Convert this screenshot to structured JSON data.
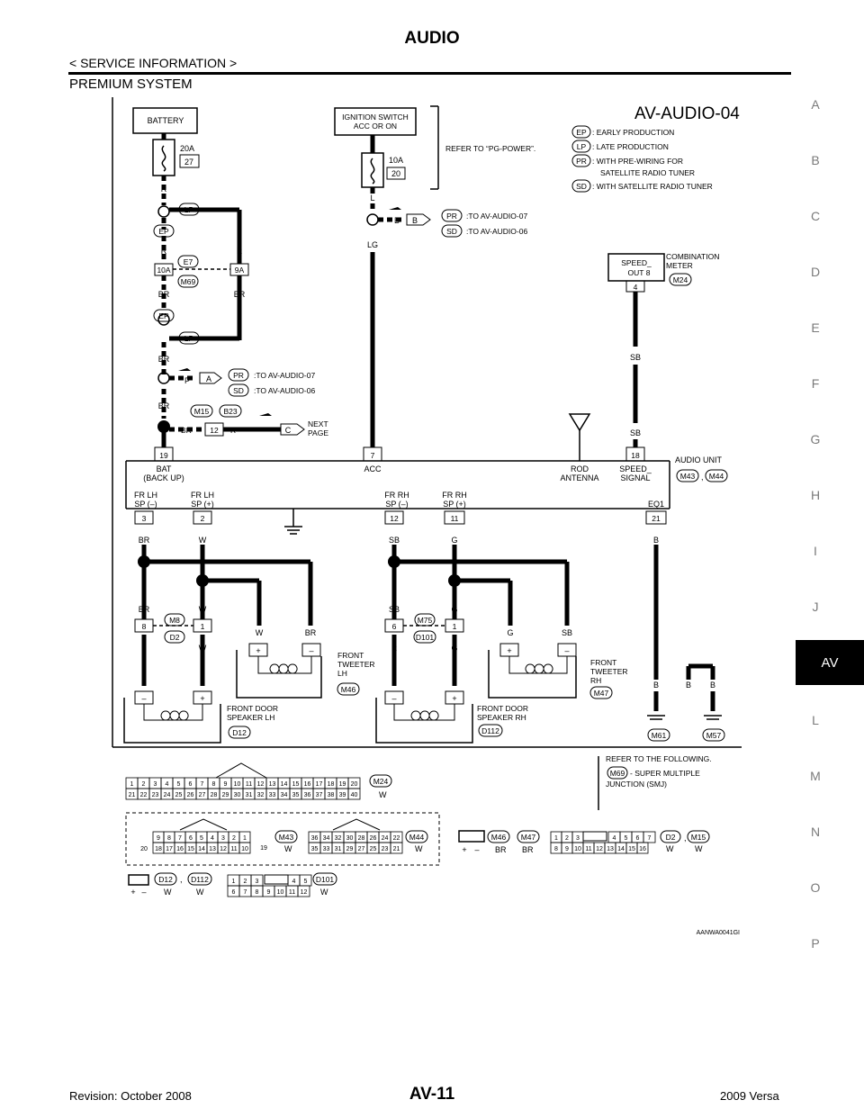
{
  "header": {
    "title": "AUDIO",
    "subtitle": "< SERVICE INFORMATION >",
    "section": "PREMIUM SYSTEM"
  },
  "side_index": {
    "letters": [
      "A",
      "B",
      "C",
      "D",
      "E",
      "F",
      "G",
      "H",
      "I",
      "J",
      "L",
      "M",
      "N",
      "O",
      "P"
    ],
    "active": "AV"
  },
  "footer": {
    "revision": "Revision: October 2008",
    "page": "AV-11",
    "model": "2009 Versa"
  },
  "diagram": {
    "title": "AV-AUDIO-04",
    "battery": "BATTERY",
    "ign_line1": "IGNITION SWITCH",
    "ign_line2": "ACC OR ON",
    "fuse1_amp": "20A",
    "fuse1_num": "27",
    "fuse2_amp": "10A",
    "fuse2_num": "20",
    "refer_pg": "REFER TO “PG-POWER”.",
    "legend": [
      {
        "code": "EP",
        "text": ": EARLY PRODUCTION"
      },
      {
        "code": "LP",
        "text": ": LATE PRODUCTION"
      },
      {
        "code": "PR",
        "text": ": WITH PRE-WIRING FOR"
      },
      {
        "code": "",
        "text": "SATELLITE RADIO TUNER"
      },
      {
        "code": "SD",
        "text": ": WITH SATELLITE RADIO TUNER"
      }
    ],
    "c_R": "R",
    "c_L": "L",
    "c_LG": "LG",
    "c_B": "B",
    "c_BR": "BR",
    "c_P": "P",
    "c_W": "W",
    "c_SB": "SB",
    "c_G": "G",
    "j_B": "B",
    "j_A": "A",
    "j_C": "C",
    "codeLP": "LP",
    "codeEP": "EP",
    "codePR": "PR",
    "codeSD": "SD",
    "to07": ":TO AV-AUDIO-07",
    "to06": ":TO AV-AUDIO-06",
    "jc_E7": "E7",
    "jc_M69": "M69",
    "jc_10A": "10A",
    "jc_9A": "9A",
    "cm_M15": "M15",
    "cm_B23": "B23",
    "cm_12": "12",
    "next_page": "NEXT",
    "next_page2": "PAGE",
    "cm_M24": "M24",
    "comb_meter1": "COMBINATION",
    "comb_meter2": "METER",
    "speed_out1": "SPEED_",
    "speed_out2": "OUT 8",
    "pin4": "4",
    "pin19": "19",
    "pin7": "7",
    "pin18": "18",
    "bat_label1": "BAT",
    "bat_label2": "(BACK UP)",
    "acc_label": "ACC",
    "rod1": "ROD",
    "rod2": "ANTENNA",
    "spd1": "SPEED_",
    "spd2": "SIGNAL",
    "audio_unit": "AUDIO UNIT",
    "cm_M43": "M43",
    "cm_M44": "M44",
    "frlh_neg1": "FR LH",
    "frlh_neg2": "SP (–)",
    "frlh_pos1": "FR LH",
    "frlh_pos2": "SP (+)",
    "frrh_neg1": "FR RH",
    "frrh_neg2": "SP (–)",
    "frrh_pos1": "FR RH",
    "frrh_pos2": "SP (+)",
    "eq1": "EQ1",
    "pin3": "3",
    "pin2": "2",
    "pin12": "12",
    "pin11": "11",
    "pin21": "21",
    "cm_M8": "M8",
    "cm_D2": "D2",
    "pin8": "8",
    "pin1": "1",
    "cm_M75": "M75",
    "cm_D101": "D101",
    "pin6": "6",
    "tw_lh1": "FRONT",
    "tw_lh2": "TWEETER",
    "tw_lh3": "LH",
    "cm_M46": "M46",
    "tw_rh1": "FRONT",
    "tw_rh2": "TWEETER",
    "tw_rh3": "RH",
    "cm_M47": "M47",
    "dr_lh1": "FRONT DOOR",
    "dr_lh2": "SPEAKER LH",
    "cm_D12": "D12",
    "dr_rh1": "FRONT DOOR",
    "dr_rh2": "SPEAKER RH",
    "cm_D112": "D112",
    "cm_M61": "M61",
    "cm_M57": "M57",
    "refer_follow": "REFER TO THE FOLLOWING.",
    "smj1": "- SUPER MULTIPLE",
    "smj2": "JUNCTION (SMJ)",
    "col_W": "W",
    "col_BR": "BR",
    "m24_top": [
      "1",
      "2",
      "3",
      "4",
      "5",
      "6",
      "7",
      "8",
      "9",
      "10",
      "11",
      "12",
      "13",
      "14",
      "15",
      "16",
      "17",
      "18",
      "19",
      "20"
    ],
    "m24_bot": [
      "21",
      "22",
      "23",
      "24",
      "25",
      "26",
      "27",
      "28",
      "29",
      "30",
      "31",
      "32",
      "33",
      "34",
      "35",
      "36",
      "37",
      "38",
      "39",
      "40"
    ],
    "m43_top": [
      "9",
      "8",
      "7",
      "6",
      "5",
      "4",
      "3",
      "2",
      "1"
    ],
    "m43_bot": [
      "18",
      "17",
      "16",
      "15",
      "14",
      "13",
      "12",
      "11",
      "10"
    ],
    "m43_left": "20",
    "m43_right": "19",
    "m44_top": [
      "36",
      "34",
      "32",
      "30",
      "28",
      "26",
      "24",
      "22"
    ],
    "m44_bot": [
      "35",
      "33",
      "31",
      "29",
      "27",
      "25",
      "23",
      "21"
    ],
    "d2_top": [
      "1",
      "2",
      "3",
      "4",
      "5",
      "6",
      "7"
    ],
    "d2_bot": [
      "8",
      "9",
      "10",
      "11",
      "12",
      "13",
      "14",
      "15",
      "16"
    ],
    "d101_top": [
      "1",
      "2",
      "3",
      "4",
      "5"
    ],
    "d101_bot": [
      "6",
      "7",
      "8",
      "9",
      "10",
      "11",
      "12"
    ],
    "sym_plus": "+",
    "sym_minus": "–",
    "comma": ",",
    "img_code": "AANWA0041GI"
  }
}
